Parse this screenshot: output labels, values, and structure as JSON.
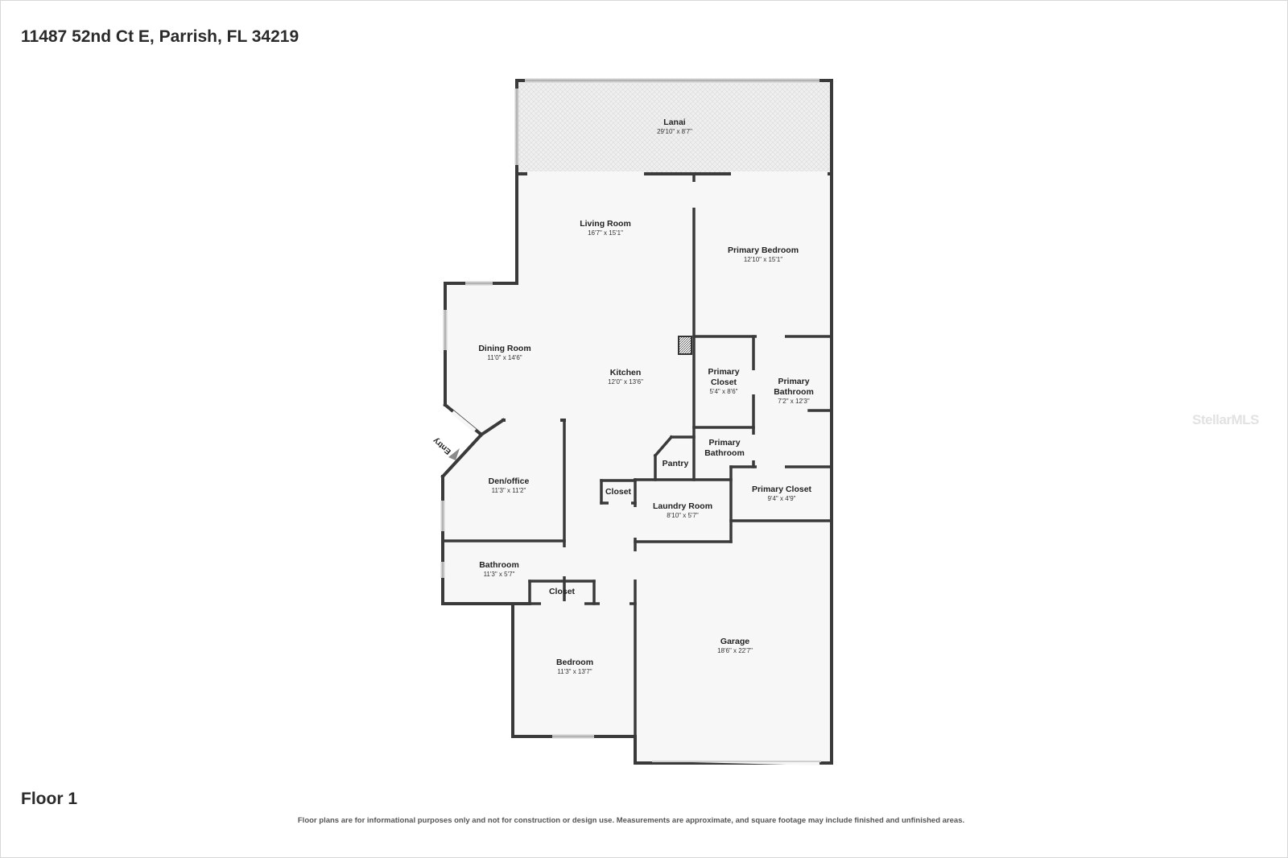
{
  "header": {
    "address": "11487 52nd Ct E, Parrish, FL 34219"
  },
  "footer": {
    "floor": "Floor 1",
    "disclaimer": "Floor plans are for informational purposes only and not for construction or design use. Measurements are approximate, and square footage may include finished and unfinished areas."
  },
  "watermark": "StellarMLS",
  "entry_label": "Entry",
  "rooms": {
    "lanai": {
      "name": "Lanai",
      "dims": "29'10\" x 8'7\""
    },
    "living_room": {
      "name": "Living Room",
      "dims": "16'7\" x 15'1\""
    },
    "primary_bedroom": {
      "name": "Primary Bedroom",
      "dims": "12'10\" x 15'1\""
    },
    "dining_room": {
      "name": "Dining Room",
      "dims": "11'0\" x 14'6\""
    },
    "kitchen": {
      "name": "Kitchen",
      "dims": "12'0\" x 13'6\""
    },
    "primary_closet_1": {
      "name_line1": "Primary",
      "name_line2": "Closet",
      "dims": "5'4\" x 8'6\""
    },
    "primary_bathroom_1": {
      "name_line1": "Primary",
      "name_line2": "Bathroom",
      "dims": "7'2\" x 12'3\""
    },
    "pantry": {
      "name": "Pantry"
    },
    "primary_bathroom_2": {
      "name_line1": "Primary",
      "name_line2": "Bathroom"
    },
    "den_office": {
      "name": "Den/office",
      "dims": "11'3\" x 11'2\""
    },
    "closet_1": {
      "name": "Closet"
    },
    "laundry_room": {
      "name": "Laundry Room",
      "dims": "8'10\" x 5'7\""
    },
    "primary_closet_2": {
      "name": "Primary Closet",
      "dims": "9'4\" x 4'9\""
    },
    "bathroom": {
      "name": "Bathroom",
      "dims": "11'3\" x 5'7\""
    },
    "closet_2": {
      "name": "Closet"
    },
    "garage": {
      "name": "Garage",
      "dims": "18'6\" x 22'7\""
    },
    "bedroom": {
      "name": "Bedroom",
      "dims": "11'3\" x 13'7\""
    }
  }
}
